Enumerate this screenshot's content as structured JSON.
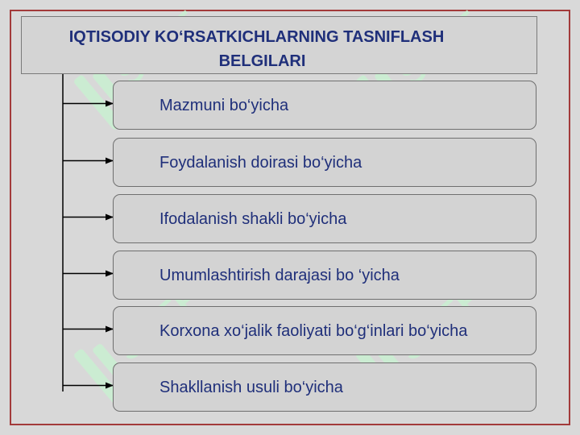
{
  "title": {
    "line1": "IQTISODIY KO‘RSATKICHLARNING TASNIFLASH",
    "line2": "BELGILARI"
  },
  "items": [
    "Mazmuni bo‘yicha",
    "Foydalanish doirasi bo‘yicha",
    "Ifodalanish shakli bo‘yicha",
    "Umumlashtirish darajasi bo ‘yicha",
    "Korxona xo‘jalik faoliyati bo‘g‘inlari bo‘yicha",
    "Shakllanish usuli bo‘yicha"
  ],
  "watermark": {
    "text": "SOFF"
  },
  "colors": {
    "text": "#1f2f7a",
    "frame": "#a33a3a",
    "watermark": "#c9f0d2"
  }
}
